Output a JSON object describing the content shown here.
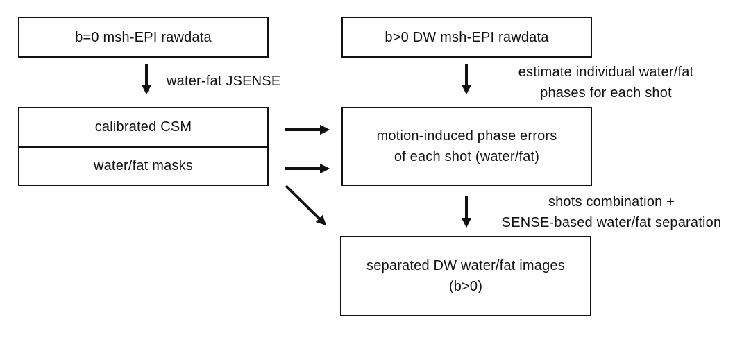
{
  "figure": {
    "colors": {
      "ink": "#111111",
      "background": "#ffffff"
    },
    "boxes": {
      "b0_rawdata": "b=0 msh-EPI rawdata",
      "dw_rawdata": "b>0 DW msh-EPI rawdata",
      "calibrated_csm": "calibrated CSM",
      "water_fat_masks": "water/fat masks",
      "phase_errors": "motion-induced phase errors\nof each shot (water/fat)",
      "separated_images": "separated DW water/fat images\n(b>0)"
    },
    "arrow_labels": {
      "water_fat_jsense": "water-fat JSENSE",
      "estimate_phases": "estimate individual water/fat\nphases for each shot",
      "shots_combination": "shots combination +\nSENSE-based water/fat separation"
    },
    "arrows": [
      "b0-rawdata-to-calibrated-csm",
      "dw-rawdata-to-phase-errors",
      "calibrated-csm-to-phase-errors",
      "water-fat-masks-to-phase-errors",
      "masks-to-separated-images-diagonal",
      "phase-errors-to-separated-images"
    ]
  }
}
